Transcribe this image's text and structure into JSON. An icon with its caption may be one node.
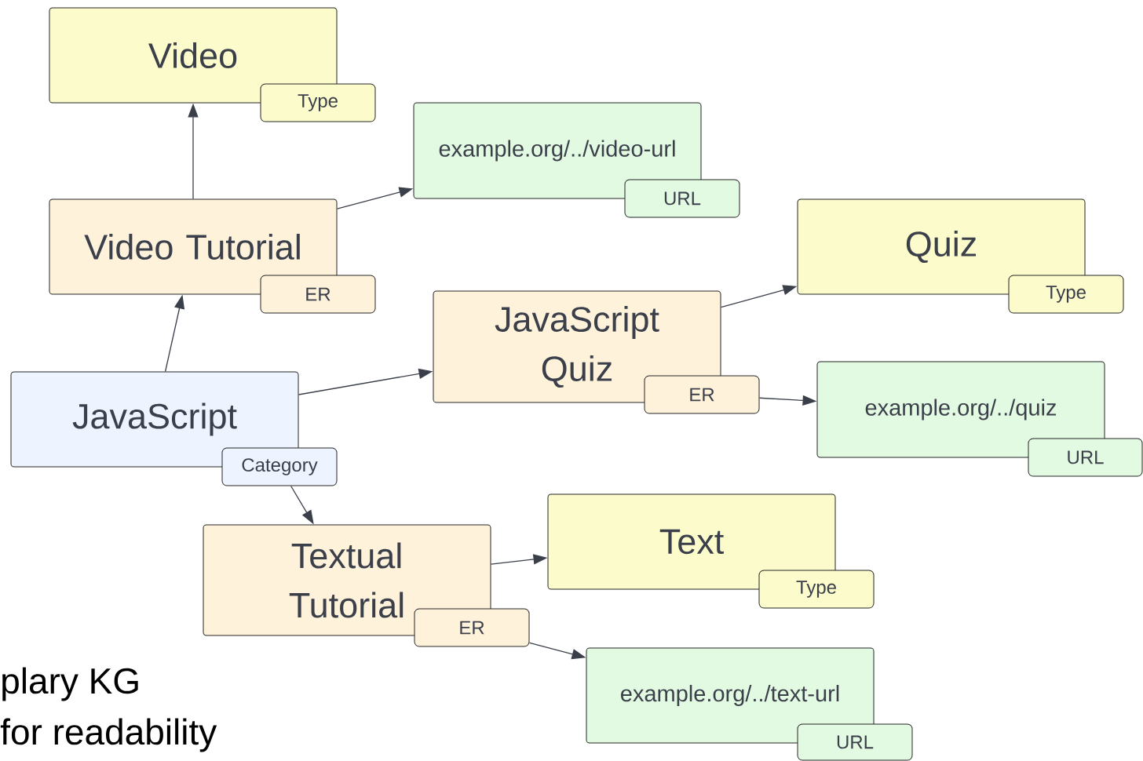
{
  "diagram": {
    "nodes": [
      {
        "text": [
          "Video"
        ]
      },
      {
        "text": [
          "Type"
        ]
      },
      {
        "text": [
          "example.org/../video-url"
        ]
      },
      {
        "text": [
          "URL"
        ]
      },
      {
        "text": [
          "Video Tutorial"
        ]
      },
      {
        "text": [
          "ER"
        ]
      },
      {
        "text": [
          "Quiz"
        ]
      },
      {
        "text": [
          "Type"
        ]
      },
      {
        "text": [
          "JavaScript Quiz"
        ]
      },
      {
        "text": [
          "ER"
        ]
      },
      {
        "text": [
          "example.org/../quiz"
        ]
      },
      {
        "text": [
          "URL"
        ]
      },
      {
        "text": [
          "JavaScript"
        ]
      },
      {
        "text": [
          "Category"
        ]
      },
      {
        "text": [
          "Textual Tutorial"
        ]
      },
      {
        "text": [
          "ER"
        ]
      },
      {
        "text": [
          "Text"
        ]
      },
      {
        "text": [
          "Type"
        ]
      },
      {
        "text": [
          "example.org/../text-url"
        ]
      },
      {
        "text": [
          "URL"
        ]
      }
    ],
    "edges": [
      {
        "from": 4,
        "to": 0,
        "arrow": "to"
      },
      {
        "from": 4,
        "to": 2,
        "arrow": "to"
      },
      {
        "from": 12,
        "to": 4,
        "arrow": "to"
      },
      {
        "from": 12,
        "to": 8,
        "arrow": "to"
      },
      {
        "from": 8,
        "to": 6,
        "arrow": "to"
      },
      {
        "from": 9,
        "to": 10,
        "arrow": "to"
      },
      {
        "from": 13,
        "to": 14,
        "arrow": "to"
      },
      {
        "from": 14,
        "to": 16,
        "arrow": "to"
      },
      {
        "from": 15,
        "to": 18,
        "arrow": "to"
      }
    ],
    "labels": [
      "plary KG",
      "for readability"
    ]
  }
}
